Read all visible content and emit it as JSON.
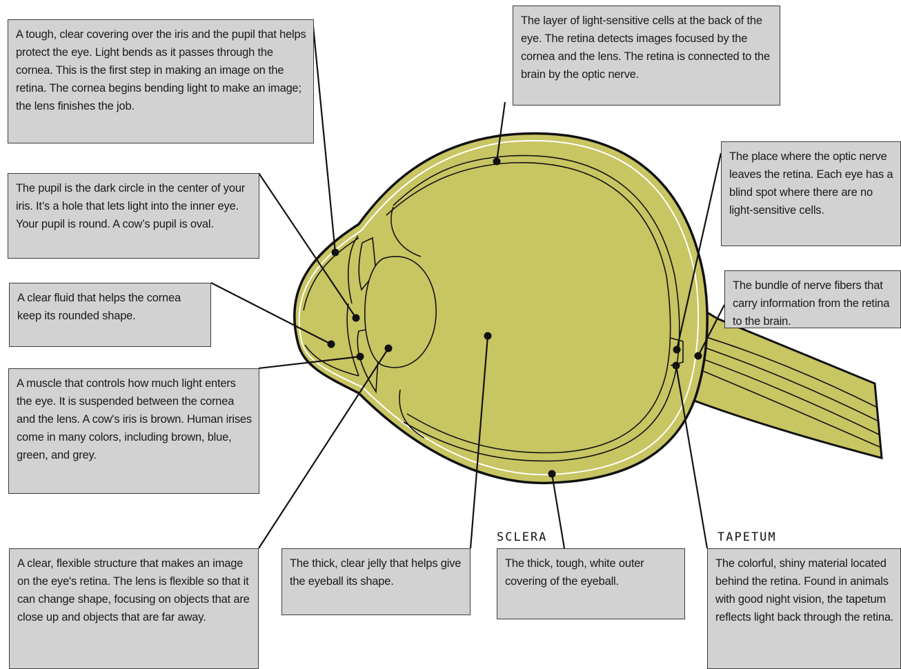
{
  "colors": {
    "eyeball_fill": "#c8c563",
    "outline": "#111111",
    "inner_line": "#ffffff",
    "callout_fill": "#d2d2d2",
    "callout_border": "#3a3a3a"
  },
  "headings": {
    "sclera": "SCLERA",
    "tapetum": "TAPETUM"
  },
  "callouts": {
    "cornea": "A tough, clear covering over the iris and the pupil that helps protect the eye.  Light bends as it passes through the cornea. This is the first step in making an image on the retina. The cornea begins bending light to make an image; the lens finishes the job.",
    "retina": "The layer of light-sensitive cells at the back of the eye. The retina detects images focused by the cornea and the lens. The retina is connected to the brain by the optic nerve.",
    "pupil": "The pupil is the dark circle in the center of your iris. It’s a hole that lets light into the inner eye. Your pupil is round. A cow’s pupil is oval.",
    "blind_spot": "The place where the optic nerve leaves the retina. Each eye has a blind spot where there are no light-sensitive cells.",
    "aqueous_humor": "A clear  fluid that helps the cornea keep its rounded shape.",
    "optic_nerve": "The bundle of nerve fibers that carry information from the retina to the brain.",
    "iris": "A muscle that controls how much light enters the eye. It is suspended between the  cornea and the lens. A cow's iris is brown. Human irises come in many colors, including brown, blue, green, and grey.",
    "lens": "A clear,  flexible structure that makes an image on the eye's retina. The lens is flexible so that it can change shape, focusing on objects that are close up and objects that are far away.",
    "vitreous_humor": "The thick, clear jelly that helps give the eyeball its shape.",
    "sclera": "The thick, tough, white outer covering of the eyeball.",
    "tapetum": "The colorful, shiny material located behind the retina. Found in animals with good night vision, the tapetum reflects light back through the retina."
  }
}
